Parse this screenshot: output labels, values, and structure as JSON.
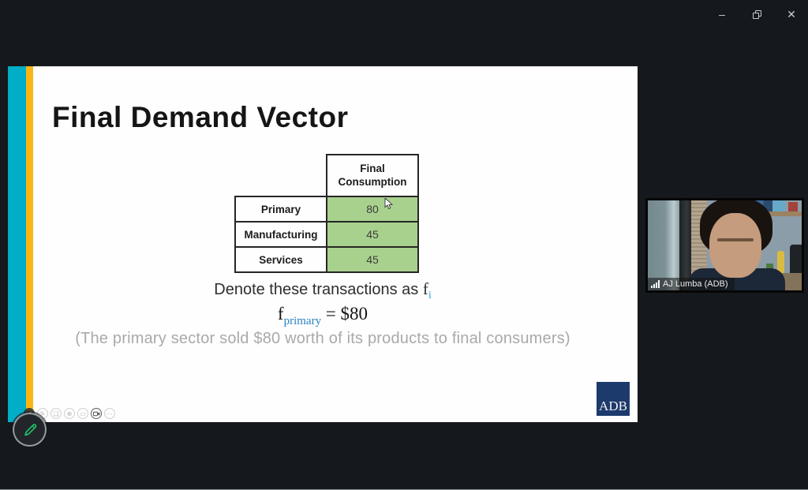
{
  "window": {
    "controls": {
      "minimize": "–",
      "restore": "restore",
      "close": "✕"
    }
  },
  "slide": {
    "title": "Final Demand Vector",
    "table": {
      "header": "Final Consumption",
      "rows": [
        {
          "label": "Primary",
          "value": "80"
        },
        {
          "label": "Manufacturing",
          "value": "45"
        },
        {
          "label": "Services",
          "value": "45"
        }
      ]
    },
    "denote": {
      "prefix": "Denote these transactions as ",
      "f": "f",
      "sub": "i"
    },
    "equation": {
      "f": "f",
      "sub": "primary",
      "rest": " = $80"
    },
    "caption": "(The primary sector sold $80 worth of its products to final consumers)",
    "logo_text": "ADB",
    "toolbar": {
      "prev": "◀",
      "icons": [
        {
          "name": "pen-icon",
          "glyph": "✎"
        },
        {
          "name": "see-all-slides-icon",
          "glyph": "❏"
        },
        {
          "name": "zoom-icon",
          "glyph": "⊕"
        },
        {
          "name": "subtitles-icon",
          "glyph": "▭"
        },
        {
          "name": "camera-icon",
          "glyph": ""
        },
        {
          "name": "more-icon",
          "glyph": "⋯"
        }
      ]
    }
  },
  "webcam": {
    "participant_name": "AJ Lumba (ADB)"
  },
  "colors": {
    "stripe_cyan": "#00aec7",
    "stripe_yellow": "#fdb515",
    "cell_green": "#a9d18e",
    "subscript_blue": "#2b84c6",
    "subscript_blue_light": "#2ba4dd",
    "caption_gray": "#a9a9a9",
    "adb_navy": "#1d3a6d",
    "pencil_green": "#1ec568",
    "window_bg": "#15181c"
  }
}
